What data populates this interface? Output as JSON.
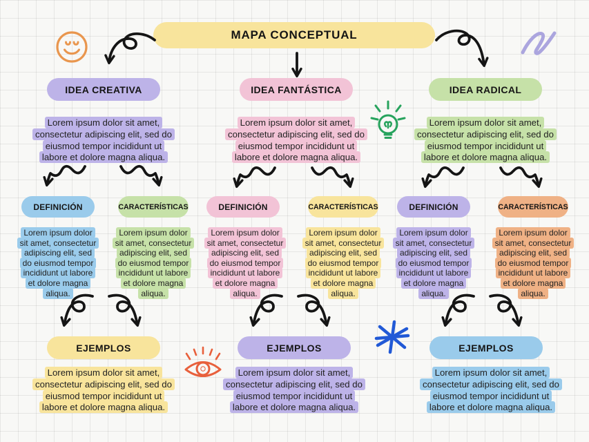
{
  "title": "MAPA CONCEPTUAL",
  "colors": {
    "ink": "#1a1a1a",
    "yellow": "#F8E49C",
    "purple": "#BDB3E8",
    "pink": "#F2C3D6",
    "green": "#C6E1A8",
    "blue": "#9ACBEB",
    "orange": "#EFB185",
    "smiley_orange": "#E9964E",
    "bulb_green": "#27A35D",
    "squiggle_purple": "#ABA5DE",
    "eye_red": "#E8603C",
    "asterisk_blue": "#2159D6"
  },
  "lorem_four_lines": "Lorem ipsum dolor sit amet,\nconsectetur adipiscing elit, sed do\neiusmod tempor incididunt ut\nlabore et dolore magna aliqua.",
  "lorem_seven_lines": "Lorem ipsum dolor\nsit amet, consectetur\nadipiscing elit, sed\ndo eiusmod tempor\nincididunt ut labore\net dolore magna\naliqua.",
  "branches": [
    {
      "title": "IDEA CREATIVA",
      "color": "purple",
      "children": [
        {
          "label": "DEFINICIÓN",
          "color": "blue"
        },
        {
          "label": "CARACTERÍSTICAS",
          "color": "green"
        }
      ],
      "examples": {
        "label": "EJEMPLOS",
        "color": "yellow"
      }
    },
    {
      "title": "IDEA FANTÁSTICA",
      "color": "pink",
      "children": [
        {
          "label": "DEFINICIÓN",
          "color": "pink"
        },
        {
          "label": "CARACTERÍSTICAS",
          "color": "yellow"
        }
      ],
      "examples": {
        "label": "EJEMPLOS",
        "color": "purple"
      }
    },
    {
      "title": "IDEA RADICAL",
      "color": "green",
      "children": [
        {
          "label": "DEFINICIÓN",
          "color": "purple"
        },
        {
          "label": "CARACTERÍSTICAS",
          "color": "orange"
        }
      ],
      "examples": {
        "label": "EJEMPLOS",
        "color": "blue"
      }
    }
  ],
  "doodles": [
    {
      "name": "smiley-face-icon",
      "color": "smiley_orange"
    },
    {
      "name": "lightbulb-icon",
      "color": "bulb_green"
    },
    {
      "name": "squiggle-doodle-icon",
      "color": "squiggle_purple"
    },
    {
      "name": "eye-doodle-icon",
      "color": "eye_red"
    },
    {
      "name": "asterisk-doodle-icon",
      "color": "asterisk_blue"
    }
  ]
}
